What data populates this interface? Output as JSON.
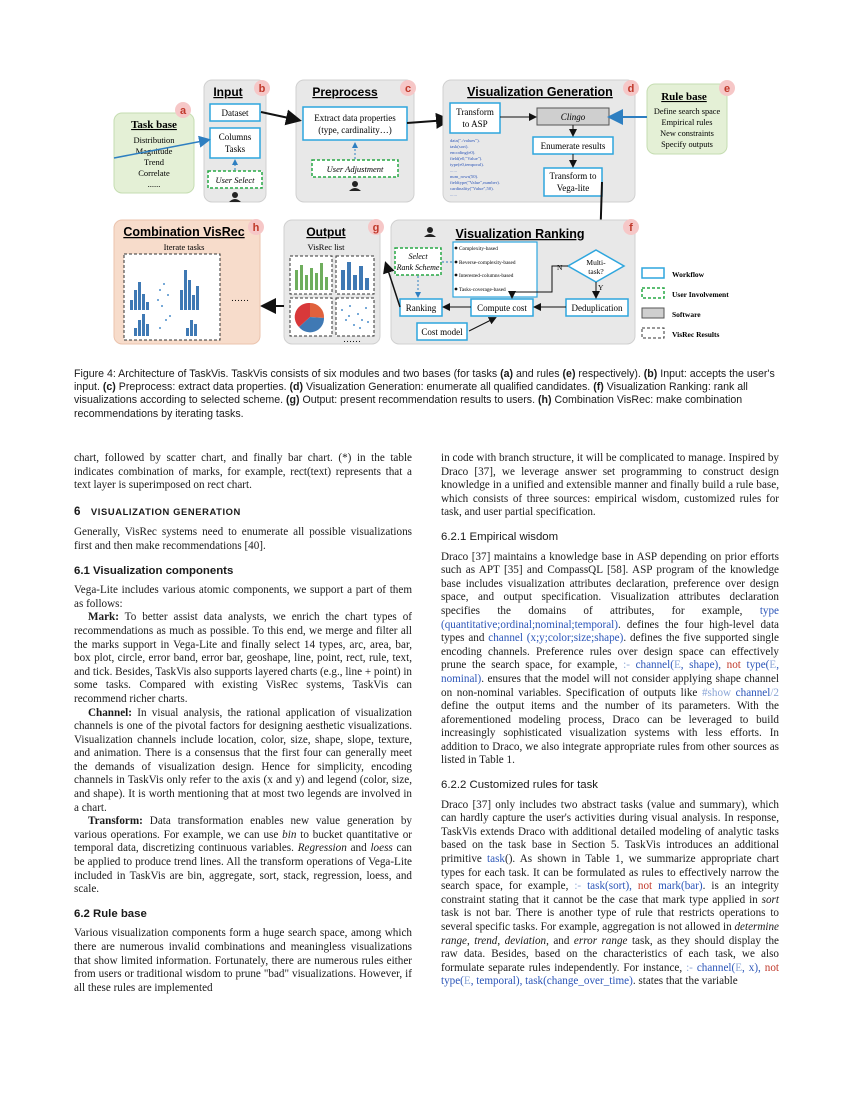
{
  "figure": {
    "taskbase": {
      "title": "Task base",
      "items": [
        "Distribution",
        "Magnitude",
        "Trend",
        "Correlate",
        "......"
      ],
      "badge": "a"
    },
    "input": {
      "title": "Input",
      "badge": "b",
      "dataset": "Dataset",
      "columns": "Columns",
      "tasks": "Tasks",
      "user_select": "User Select"
    },
    "preprocess": {
      "title": "Preprocess",
      "badge": "c",
      "box_line1": "Extract data properties",
      "box_line2": "(type, cardinality…)",
      "user_adjust": "User Adjustment"
    },
    "visgen": {
      "title": "Visualization Generation",
      "badge": "d",
      "transform_asp_1": "Transform",
      "transform_asp_2": "to ASP",
      "clingo": "Clingo",
      "enumerate": "Enumerate results",
      "transform_vl_1": "Transform to",
      "transform_vl_2": "Vega-lite",
      "code": [
        "data(\"./values\").",
        "task(sort).",
        "encoding(e0).",
        "field(e0,\"Value\").",
        "type(e0,temporal).",
        "......",
        "num_rows(50).",
        "fieldtype(\"Value\",number).",
        "cardinality(\"Value\",50).",
        "......"
      ]
    },
    "rulebase": {
      "title": "Rule base",
      "badge": "e",
      "items": [
        "Define search space",
        "Empirical rules",
        "New constraints",
        "Specify outputs"
      ]
    },
    "ranking": {
      "title": "Visualization Ranking",
      "badge": "f",
      "select_1": "Select",
      "select_2": "Rank Scheme",
      "schemes": [
        "Complexity-based",
        "Reverse-complexity-based",
        "Interested-columns-based",
        "Tasks-coverage-based"
      ],
      "multitask_1": "Multi-",
      "multitask_2": "task?",
      "n": "N",
      "y": "Y",
      "ranking": "Ranking",
      "compute_cost": "Compute cost",
      "dedup": "Deduplication",
      "cost_model": "Cost model"
    },
    "output": {
      "title": "Output",
      "badge": "g",
      "list": "VisRec list",
      "dots": "……"
    },
    "combination": {
      "title": "Combination VisRec",
      "badge": "h",
      "iterate": "Iterate tasks",
      "dots": "……"
    },
    "legend": [
      "Workflow",
      "User Involvement",
      "Software",
      "VisRec Results"
    ]
  },
  "caption": "Figure 4: Architecture of TaskVis. TaskVis consists of six modules and two bases (for tasks (a) and rules (e) respectively). (b) Input: accepts the user's input. (c) Preprocess: extract data properties. (d) Visualization Generation: enumerate all qualified candidates. (f) Visualization Ranking: rank all visualizations according to selected scheme. (g) Output: present recommendation results to users. (h) Combination VisRec: make combination recommendations by iterating tasks.",
  "left": {
    "p0": "chart, followed by scatter chart, and finally bar chart. (*) in the table indicates combination of marks, for example, rect(text) represents that a text layer is superimposed on rect chart.",
    "h6_num": "6",
    "h6_title": "Visualization Generation",
    "p1": "Generally, VisRec systems need to enumerate all possible visualizations first and then make recommendations [40].",
    "h61": "6.1   Visualization components",
    "p2": "Vega-Lite includes various atomic components, we support a part of them as follows:",
    "mark_label": "Mark:",
    "mark_text": " To better assist data analysts, we enrich the chart types of recommendations as much as possible. To this end, we merge and filter all the marks support in Vega-Lite and finally select 14 types, arc, area, bar, box plot, circle, error band, error bar, geoshape, line, point, rect, rule, text, and tick. Besides, TaskVis also supports layered charts (e.g., line + point) in some tasks. Compared with existing VisRec systems, TaskVis can recommend richer charts.",
    "channel_label": "Channel:",
    "channel_text": " In visual analysis, the rational application of visualization channels is one of the pivotal factors for designing aesthetic visualizations. Visualization channels include location, color, size, shape, slope, texture, and animation. There is a consensus that the first four can generally meet the demands of visualization design. Hence for simplicity, encoding channels in TaskVis only refer to the axis (x and y) and legend (color, size, and shape). It is worth mentioning that at most two legends are involved in a chart.",
    "transform_label": "Transform:",
    "transform_a": " Data transformation enables new value generation by various operations. For example, we can use ",
    "transform_bin": "bin",
    "transform_b": " to bucket quantitative or temporal data, discretizing continuous variables. ",
    "transform_reg": "Regression",
    "transform_c": " and ",
    "transform_loess": "loess",
    "transform_d": " can be applied to produce trend lines. All the transform operations of Vega-Lite included in TaskVis are bin, aggregate, sort, stack, regression, loess, and scale.",
    "h62": "6.2   Rule base",
    "p3": "Various visualization components form a huge search space, among which there are numerous invalid combinations and meaningless visualizations that show limited information. Fortunately, there are numerous rules either from users or traditional wisdom to prune \"bad\" visualizations. However, if all these rules are implemented"
  },
  "right": {
    "p0": "in code with branch structure, it will be complicated to manage. Inspired by Draco [37], we leverage answer set programming to construct design knowledge in a unified and extensible manner and finally build a rule base, which consists of three sources: empirical wisdom, customized rules for task, and user partial specification.",
    "h621": "6.2.1   Empirical wisdom",
    "p1a": "Draco [37] maintains a knowledge base in ASP depending on prior efforts such as APT [35] and CompassQL [58]. ASP program of the knowledge base includes visualization attributes declaration, preference over design space, and output specification. Visualization attributes declaration specifies the domains of attributes, for example, ",
    "type_kw": "type",
    "type_args": " (quantitative;ordinal;nominal;temporal)",
    "p1b": ". defines the four high-level data types and ",
    "channel_kw": "channel",
    "channel_args": " (x;y;color;size;shape)",
    "p1c": ". defines the five supported single encoding channels. Preference rules over design space can effectively prune the search space, for example, ",
    "r1_neck": ":- ",
    "r1_a": "channel(",
    "r1_e": "E",
    "r1_b": ", shape), ",
    "r1_not": "not",
    "r1_c": " type(",
    "r1_e2": "E",
    "r1_d": ", nominal)",
    "p1d": ". ensures that the model will not consider applying shape channel on non-nominal variables. Specification of outputs like ",
    "show_hash": "#show",
    "show_kw": " channel",
    "show_arity": "/2",
    "p1e": " define the output items and the number of its parameters. With the aforementioned modeling process, Draco can be leveraged to build increasingly sophisticated visualization systems with less efforts. In addition to Draco, we also integrate appropriate rules from other sources as listed in Table 1.",
    "h622": "6.2.2   Customized rules for task",
    "p2a": "Draco [37] only includes two abstract tasks (value and summary), which can hardly capture the user's activities during visual analysis. In response, TaskVis extends Draco with additional detailed modeling of analytic tasks based on the task base in Section 5. TaskVis introduces an additional primitive ",
    "task_kw": "task",
    "p2b": "(). As shown in Table 1, we summarize appropriate chart types for each task. It can be formulated as rules to effectively narrow the search space, for example, ",
    "r2_neck": ":-",
    "r2_a": " task(sort), ",
    "r2_not": "not",
    "r2_b": " mark(bar)",
    "p2c": ". is an integrity constraint stating that it cannot be the case that mark type applied in ",
    "sort_it": "sort",
    "p2d": " task is not bar. There is another type of rule that restricts operations to several specific tasks. For example, aggregation is not allowed in ",
    "it1": "determine range",
    "p2e": ", ",
    "it2": "trend",
    "p2f": ", ",
    "it3": "deviation",
    "p2g": ", and ",
    "it4": "error range",
    "p2h": " task, as they should display the raw data. Besides, based on the characteristics of each task, we also formulate separate rules independently. For instance, ",
    "r3_neck": ":-",
    "r3_a": " channel(",
    "r3_e": "E",
    "r3_b": ", x), ",
    "r3_not": "not",
    "r3_c": " type(",
    "r3_e2": "E",
    "r3_d": ", temporal), task(change_over_time)",
    "p2i": ". states that the variable"
  }
}
